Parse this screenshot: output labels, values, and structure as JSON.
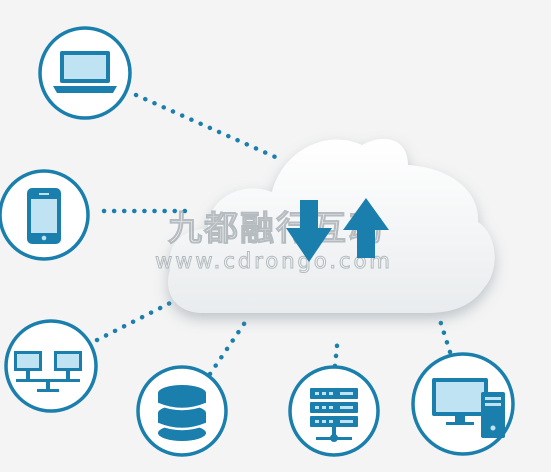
{
  "colors": {
    "accent": "#1a7fad",
    "icon_fill": "#bfe3f2",
    "cloud": "#ffffff",
    "background": "#f4f4f4"
  },
  "cloud": {
    "icons": [
      "download-arrow-icon",
      "upload-arrow-icon"
    ]
  },
  "watermark": {
    "line1": "九都融行互动",
    "line2": "www.cdrongo.com"
  },
  "nodes": [
    {
      "name": "laptop-node",
      "icon": "laptop-icon"
    },
    {
      "name": "smartphone-node",
      "icon": "smartphone-icon"
    },
    {
      "name": "network-node",
      "icon": "network-computers-icon"
    },
    {
      "name": "database-node",
      "icon": "database-icon"
    },
    {
      "name": "server-node",
      "icon": "server-rack-icon"
    },
    {
      "name": "desktop-node",
      "icon": "desktop-computer-icon"
    }
  ]
}
